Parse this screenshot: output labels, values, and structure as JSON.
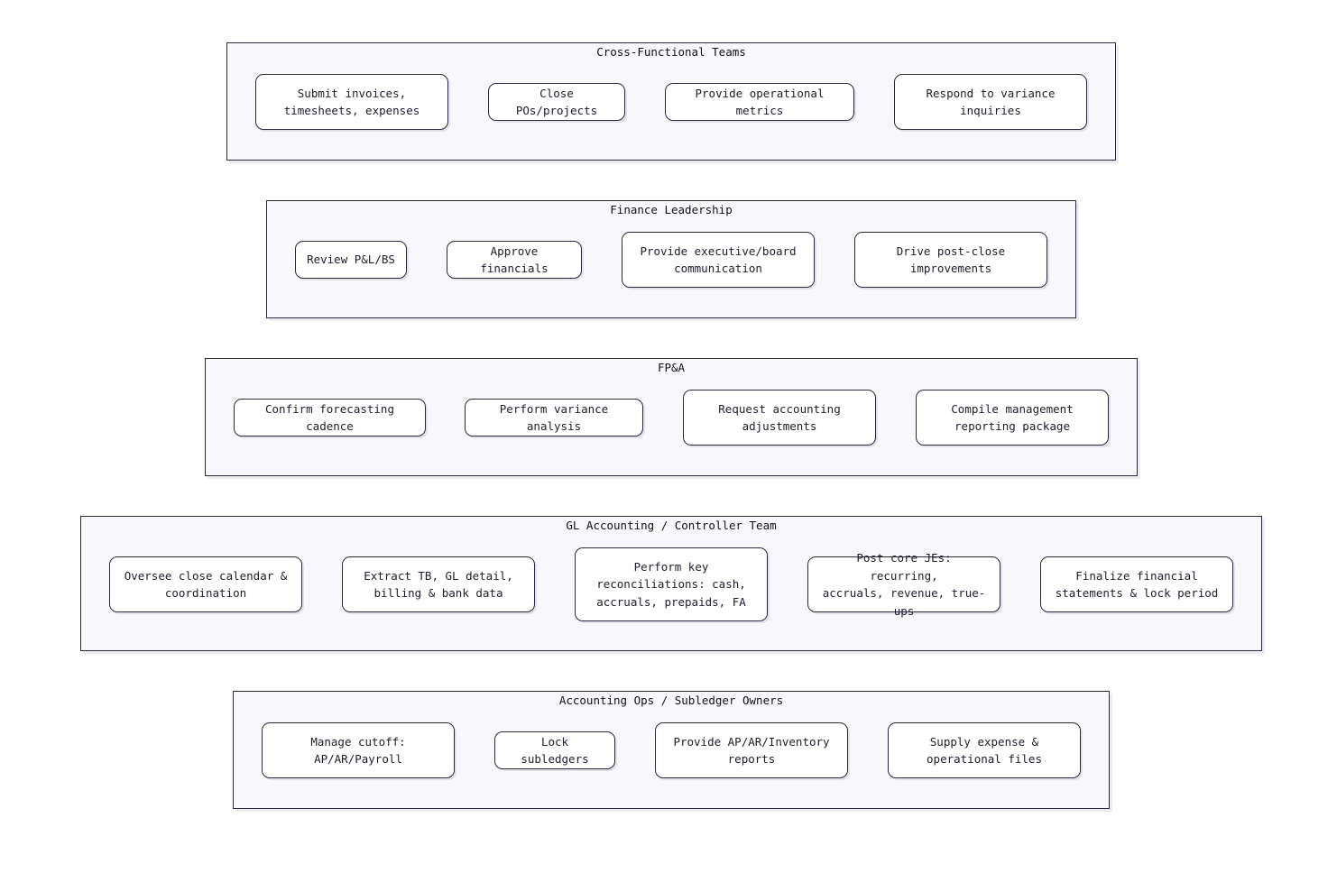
{
  "lanes": {
    "cross_functional": {
      "title": "Cross-Functional Teams",
      "nodes": [
        "Submit invoices,\ntimesheets, expenses",
        "Close POs/projects",
        "Provide operational metrics",
        "Respond to variance\ninquiries"
      ]
    },
    "finance_leadership": {
      "title": "Finance Leadership",
      "nodes": [
        "Review P&L/BS",
        "Approve financials",
        "Provide executive/board\ncommunication",
        "Drive post-close\nimprovements"
      ]
    },
    "fpa": {
      "title": "FP&A",
      "nodes": [
        "Confirm forecasting cadence",
        "Perform variance analysis",
        "Request accounting\nadjustments",
        "Compile management\nreporting package"
      ]
    },
    "gl_accounting": {
      "title": "GL Accounting / Controller Team",
      "nodes": [
        "Oversee close calendar &\ncoordination",
        "Extract TB, GL detail,\nbilling & bank data",
        "Perform key\nreconciliations: cash,\naccruals, prepaids, FA",
        "Post core JEs: recurring,\naccruals, revenue, true-ups",
        "Finalize financial\nstatements & lock period"
      ]
    },
    "accounting_ops": {
      "title": "Accounting Ops / Subledger Owners",
      "nodes": [
        "Manage cutoff:\nAP/AR/Payroll",
        "Lock subledgers",
        "Provide AP/AR/Inventory\nreports",
        "Supply expense &\noperational files"
      ]
    }
  }
}
